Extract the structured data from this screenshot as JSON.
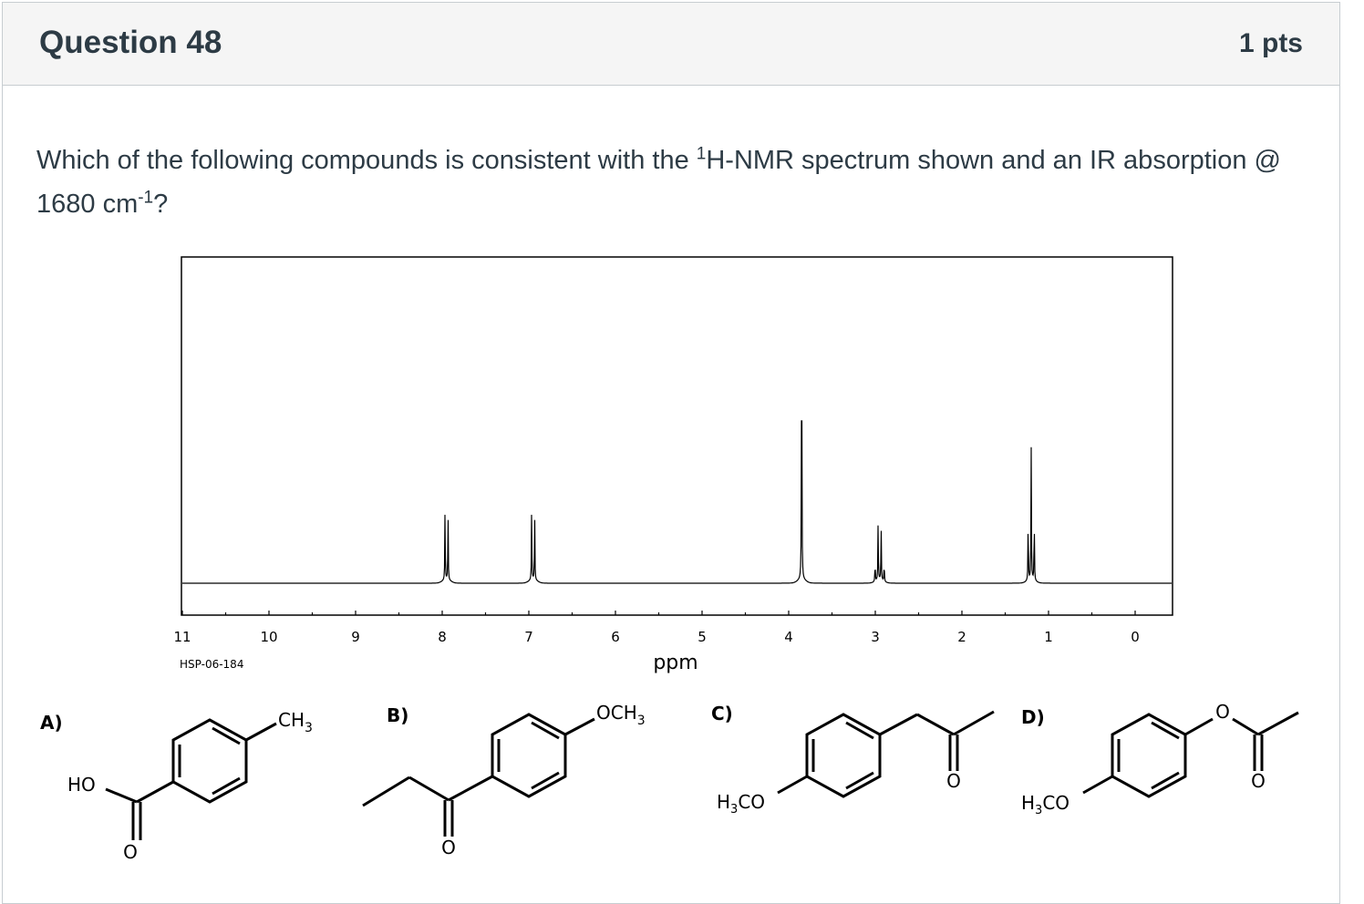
{
  "question": {
    "title": "Question 48",
    "points": "1 pts",
    "text_part1": "Which of the following compounds is consistent with the ",
    "sup1": "1",
    "text_part2": "H-NMR spectrum shown and an IR absorption @ 1680 cm",
    "sup2": "-1",
    "text_part3": "?"
  },
  "spectrum": {
    "xlabel": "ppm",
    "sample_id": "HSP-06-184",
    "ticks": [
      "11",
      "10",
      "9",
      "8",
      "7",
      "6",
      "5",
      "4",
      "3",
      "2",
      "1",
      "0"
    ]
  },
  "chart_data": {
    "type": "line",
    "xlabel": "ppm",
    "xlim": [
      11,
      0
    ],
    "reversed_x": true,
    "grid": false,
    "peaks": [
      {
        "ppm": 7.95,
        "multiplicity": "doublet",
        "height": 0.24
      },
      {
        "ppm": 6.95,
        "multiplicity": "doublet",
        "height": 0.24
      },
      {
        "ppm": 3.85,
        "multiplicity": "singlet",
        "height": 1.0
      },
      {
        "ppm": 2.95,
        "multiplicity": "quartet",
        "height": 0.2
      },
      {
        "ppm": 1.2,
        "multiplicity": "triplet",
        "height": 0.44
      }
    ]
  },
  "options": {
    "a": {
      "label": "A)",
      "ho": "HO",
      "ch3": "CH",
      "sub": "3",
      "o": "O"
    },
    "b": {
      "label": "B)",
      "och3": "OCH",
      "sub": "3",
      "o": "O"
    },
    "c": {
      "label": "C)",
      "h3co_h": "H",
      "h3co_sub": "3",
      "h3co_co": "CO",
      "o": "O"
    },
    "d": {
      "label": "D)",
      "h3co_h": "H",
      "h3co_sub": "3",
      "h3co_co": "CO",
      "o_ester": "O",
      "o": "O"
    }
  }
}
